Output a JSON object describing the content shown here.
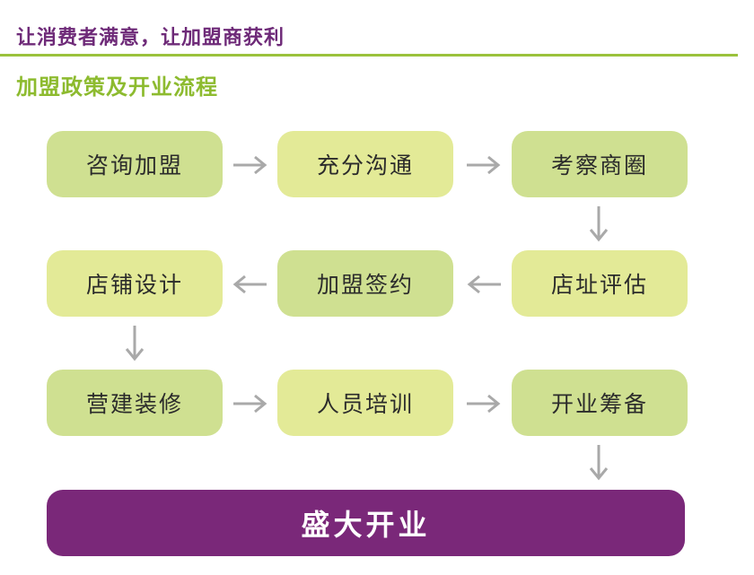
{
  "header": {
    "title": "让消费者满意，让加盟商获利",
    "subtitle": "加盟政策及开业流程"
  },
  "steps": [
    {
      "label": "咨询加盟"
    },
    {
      "label": "充分沟通"
    },
    {
      "label": "考察商圈"
    },
    {
      "label": "店址评估"
    },
    {
      "label": "加盟签约"
    },
    {
      "label": "店铺设计"
    },
    {
      "label": "营建装修"
    },
    {
      "label": "人员培训"
    },
    {
      "label": "开业筹备"
    }
  ],
  "final_step": {
    "label": "盛大开业"
  },
  "colors": {
    "title_purple": "#6e2a78",
    "accent_green": "#9bc23c",
    "step_light": "#e3ea97",
    "step_mid": "#cfe091",
    "final_purple": "#7a2879",
    "arrow_gray": "#a9a9a9"
  }
}
